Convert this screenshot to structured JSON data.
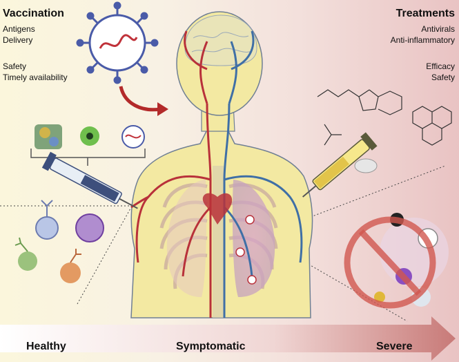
{
  "vaccination": {
    "title": "Vaccination",
    "line1": "Antigens",
    "line2": "Delivery",
    "line3": "Safety",
    "line4": "Timely availability"
  },
  "treatments": {
    "title": "Treatments",
    "line1": "Antivirals",
    "line2": "Anti-inflammatory",
    "line3": "Efficacy",
    "line4": "Safety"
  },
  "progression": {
    "stage1": "Healthy",
    "stage2": "Symptomatic",
    "stage3": "Severe"
  },
  "colors": {
    "arrow_start": "#ffffff",
    "arrow_end": "#c87a78",
    "artery": "#b8313a",
    "vein": "#3f6fa6",
    "body": "#f3e9a2",
    "virus": "#4a5ba8"
  }
}
